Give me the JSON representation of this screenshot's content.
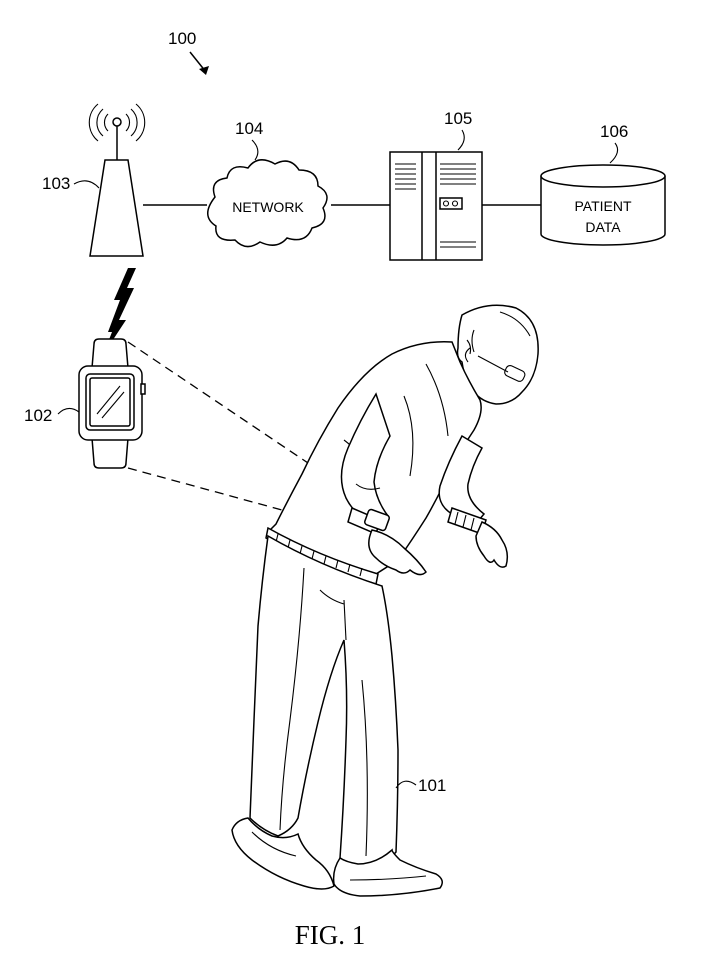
{
  "figure": {
    "system_ref": "100",
    "caption": "FIG. 1",
    "tower": {
      "ref": "103",
      "icon": "cell-tower-icon"
    },
    "network": {
      "ref": "104",
      "label": "NETWORK",
      "icon": "cloud-icon"
    },
    "server": {
      "ref": "105",
      "icon": "server-icon"
    },
    "database": {
      "ref": "106",
      "label_line1": "PATIENT",
      "label_line2": "DATA",
      "icon": "database-cylinder-icon"
    },
    "watch": {
      "ref": "102",
      "icon": "smartwatch-icon"
    },
    "person": {
      "ref": "101",
      "icon": "elderly-person-illustration"
    }
  }
}
